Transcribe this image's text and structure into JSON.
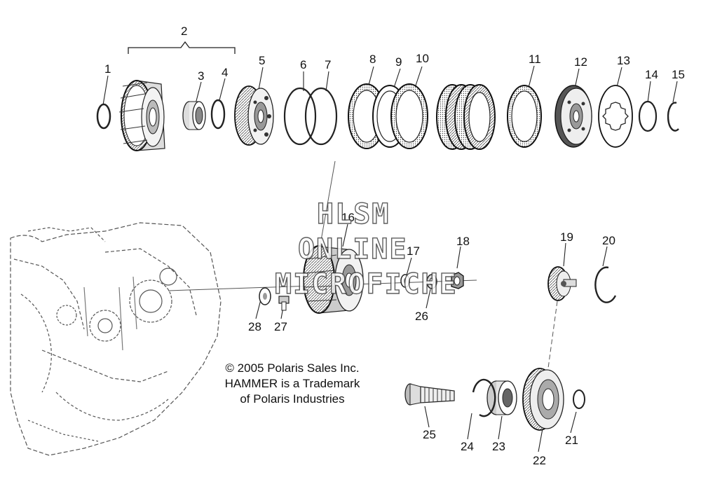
{
  "diagram": {
    "callouts": [
      {
        "id": "1",
        "label": "1"
      },
      {
        "id": "2",
        "label": "2"
      },
      {
        "id": "3",
        "label": "3"
      },
      {
        "id": "4",
        "label": "4"
      },
      {
        "id": "5",
        "label": "5"
      },
      {
        "id": "6",
        "label": "6"
      },
      {
        "id": "7",
        "label": "7"
      },
      {
        "id": "8",
        "label": "8"
      },
      {
        "id": "9",
        "label": "9"
      },
      {
        "id": "10",
        "label": "10"
      },
      {
        "id": "11",
        "label": "11"
      },
      {
        "id": "12",
        "label": "12"
      },
      {
        "id": "13",
        "label": "13"
      },
      {
        "id": "14",
        "label": "14"
      },
      {
        "id": "15",
        "label": "15"
      },
      {
        "id": "16",
        "label": "16"
      },
      {
        "id": "17",
        "label": "17"
      },
      {
        "id": "18",
        "label": "18"
      },
      {
        "id": "19",
        "label": "19"
      },
      {
        "id": "20",
        "label": "20"
      },
      {
        "id": "21",
        "label": "21"
      },
      {
        "id": "22",
        "label": "22"
      },
      {
        "id": "23",
        "label": "23"
      },
      {
        "id": "24",
        "label": "24"
      },
      {
        "id": "25",
        "label": "25"
      },
      {
        "id": "26",
        "label": "26"
      },
      {
        "id": "27",
        "label": "27"
      },
      {
        "id": "28",
        "label": "28"
      }
    ],
    "copyright": {
      "line1": "© 2005 Polaris Sales Inc.",
      "line2": "HAMMER is a Trademark",
      "line3": "of Polaris Industries"
    },
    "watermark": {
      "line1": "HLSM",
      "line2": "ONLINE",
      "line3": "MICROFICHE"
    }
  }
}
